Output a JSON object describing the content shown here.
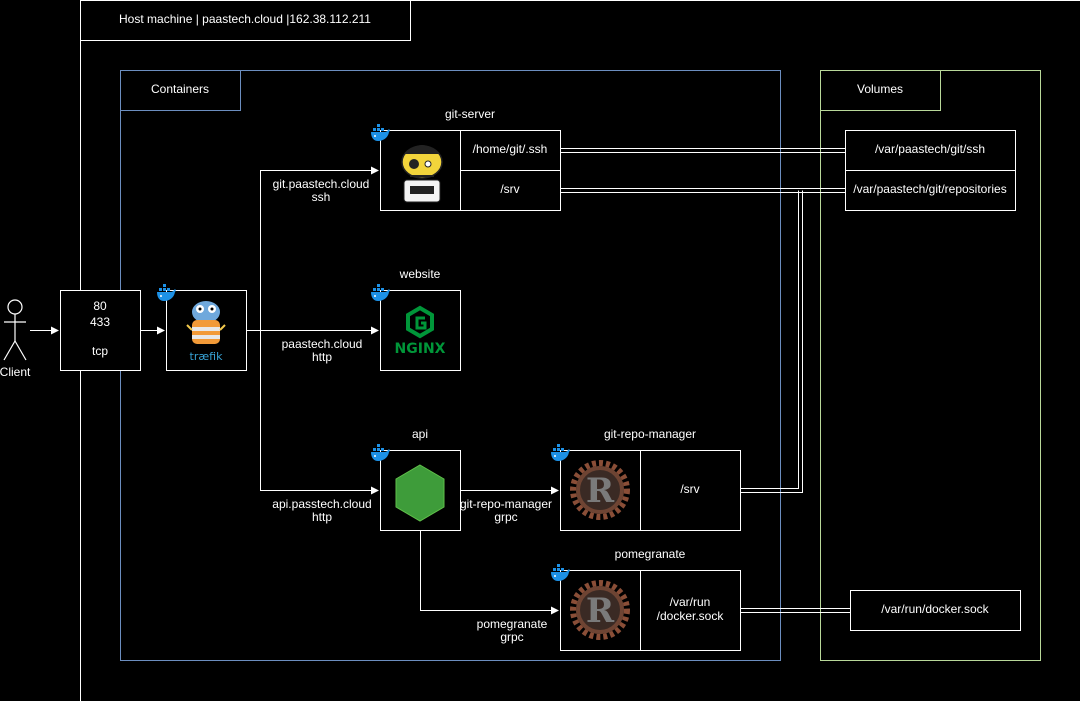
{
  "host": {
    "label": "Host machine | paastech.cloud |162.38.112.211"
  },
  "colors": {
    "background": "#000000",
    "border": "#ffffff",
    "containers_border": "#6c8ebf",
    "volumes_border": "#b9d89a",
    "docker_blue": "#1d91e6"
  },
  "client": {
    "label": "Client"
  },
  "ports": {
    "line1": "80",
    "line2": "433",
    "line3": "tcp"
  },
  "containers": {
    "title": "Containers"
  },
  "volumes": {
    "title": "Volumes"
  },
  "nodes": {
    "traefik": {
      "logo_text": "træfik"
    },
    "git_server": {
      "title": "git-server",
      "mount1": "/home/git/.ssh",
      "mount2": "/srv"
    },
    "website": {
      "title": "website",
      "logo_text": "NGINX"
    },
    "api": {
      "title": "api"
    },
    "git_repo_manager": {
      "title": "git-repo-manager",
      "mount": "/srv"
    },
    "pomegranate": {
      "title": "pomegranate",
      "mount_line1": "/var/run",
      "mount_line2": "/docker.sock"
    }
  },
  "volume_items": {
    "ssh": "/var/paastech/git/ssh",
    "repos": "/var/paastech/git/repositories",
    "docker_sock": "/var/run/docker.sock"
  },
  "edges": {
    "git": {
      "line1": "git.paastech.cloud",
      "line2": "ssh"
    },
    "web": {
      "line1": "paastech.cloud",
      "line2": "http"
    },
    "api": {
      "line1": "api.passtech.cloud",
      "line2": "http"
    },
    "grm": {
      "line1": "git-repo-manager",
      "line2": "grpc"
    },
    "pom": {
      "line1": "pomegranate",
      "line2": "grpc"
    }
  }
}
